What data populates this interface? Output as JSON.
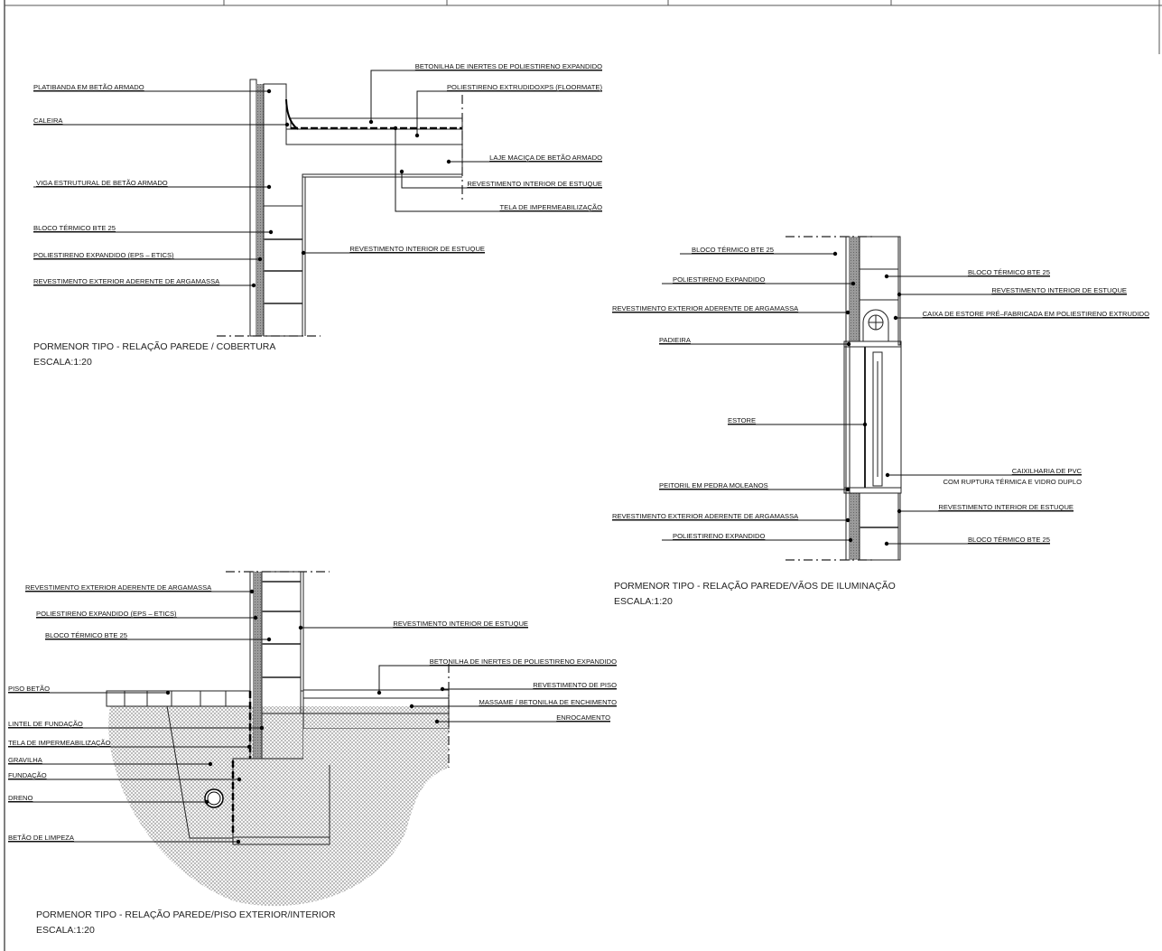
{
  "detail_roof": {
    "title": "PORMENOR TIPO - RELAÇÃO PAREDE / COBERTURA",
    "scale": "ESCALA:1:20",
    "labels_left": [
      "PLATIBANDA EM BETÃO ARMADO",
      "CALEIRA",
      "VIGA ESTRUTURAL DE BETÃO ARMADO",
      "BLOCO TÉRMICO BTE 25",
      "POLIESTIRENO EXPANDIDO (EPS – ETICS)",
      "REVESTIMENTO EXTERIOR ADERENTE DE ARGAMASSA"
    ],
    "labels_right": [
      "BETONILHA DE INERTES DE POLIESTIRENO EXPANDIDO",
      "POLIESTIRENO EXTRUDIDOXPS (FLOORMATE)",
      "LAJE MACIÇA DE BETÃO ARMADO",
      "REVESTIMENTO INTERIOR DE ESTUQUE",
      "TELA DE IMPERMEABILIZAÇÃO",
      "REVESTIMENTO INTERIOR DE ESTUQUE"
    ]
  },
  "detail_window": {
    "title": "PORMENOR TIPO - RELAÇÃO PAREDE/VÃOS DE ILUMINAÇÃO",
    "scale": "ESCALA:1:20",
    "labels_left": [
      "BLOCO TÉRMICO BTE 25",
      "POLIESTIRENO EXPANDIDO",
      "REVESTIMENTO EXTERIOR ADERENTE DE ARGAMASSA",
      "PADIEIRA",
      "ESTORE",
      "PEITORIL EM PEDRA MOLEANOS",
      "REVESTIMENTO EXTERIOR ADERENTE DE ARGAMASSA",
      "POLIESTIRENO EXPANDIDO"
    ],
    "labels_right": [
      "BLOCO TÉRMICO BTE 25",
      "REVESTIMENTO INTERIOR DE ESTUQUE",
      "CAIXA DE ESTORE PRÉ–FABRICADA EM POLIESTIRENO EXTRUDIDO",
      "CAIXILHARIA DE PVC",
      "COM RUPTURA TÉRMICA E VIDRO DUPLO",
      "REVESTIMENTO INTERIOR DE ESTUQUE",
      "BLOCO TÉRMICO BTE 25"
    ]
  },
  "detail_floor": {
    "title": "PORMENOR TIPO - RELAÇÃO PAREDE/PISO EXTERIOR/INTERIOR",
    "scale": "ESCALA:1:20",
    "labels_left": [
      "REVESTIMENTO EXTERIOR ADERENTE DE ARGAMASSA",
      "POLIESTIRENO EXPANDIDO (EPS – ETICS)",
      "BLOCO TÉRMICO BTE 25",
      "PISO BETÃO",
      "LINTEL DE FUNDAÇÃO",
      "TELA DE IMPERMEABILIZAÇÃO",
      "GRAVILHA",
      "FUNDAÇÃO",
      "DRENO",
      "BETÃO DE LIMPEZA"
    ],
    "labels_right": [
      "REVESTIMENTO INTERIOR DE ESTUQUE",
      "BETONILHA DE INERTES DE POLIESTIRENO EXPANDIDO",
      "REVESTIMENTO DE PISO",
      "MASSAME / BETONILHA DE ENCHIMENTO",
      "ENROCAMENTO"
    ]
  }
}
